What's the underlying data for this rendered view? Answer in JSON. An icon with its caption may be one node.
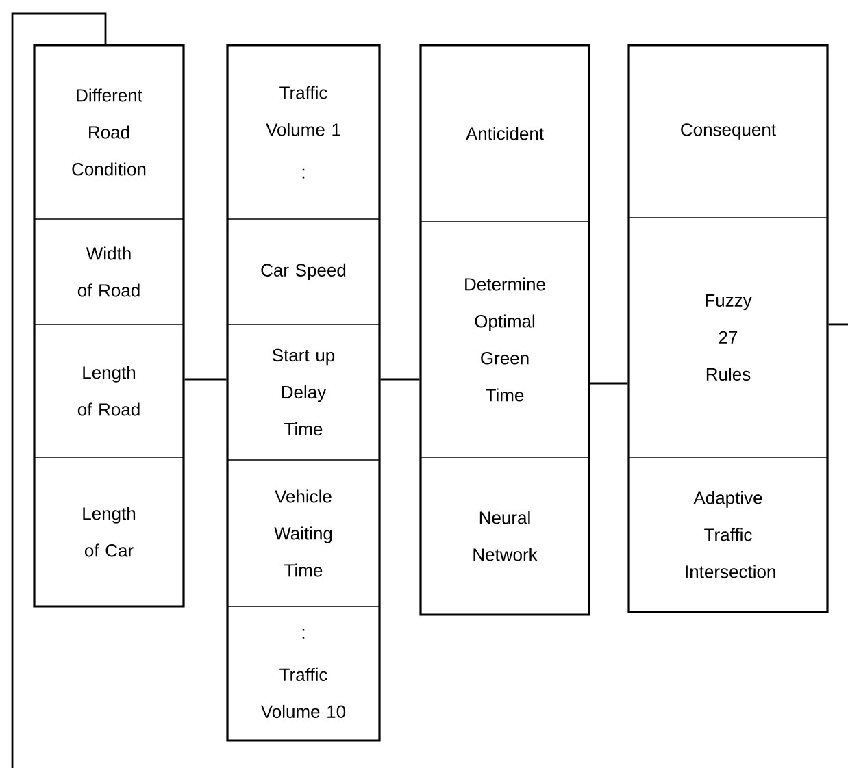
{
  "diagram": {
    "nodes": [
      {
        "text": [],
        "shape": "box"
      },
      {
        "text": [
          "Different Road Condition"
        ],
        "in": 0
      },
      {
        "text": [
          "Width of Road"
        ],
        "in": 0
      },
      {
        "text": [
          "Length of Road"
        ],
        "in": 0
      },
      {
        "text": [
          "Length of Car"
        ],
        "in": 0
      },
      {
        "text": [],
        "shape": "box"
      },
      {
        "text": [
          "Traffic Volume 1",
          ":"
        ],
        "in": 5
      },
      {
        "text": [
          "Car Speed"
        ],
        "in": 5
      },
      {
        "text": [
          "Start up Delay Time"
        ],
        "in": 5
      },
      {
        "text": [
          "Vehicle Waiting Time"
        ],
        "in": 5
      },
      {
        "text": [
          ":",
          "Traffic Volume 10"
        ],
        "in": 5
      },
      {
        "text": [],
        "shape": "box"
      },
      {
        "text": [
          "Anticident"
        ],
        "in": 11
      },
      {
        "text": [
          "Determine Optimal Green Time"
        ],
        "in": 11
      },
      {
        "text": [
          "Neural Network"
        ],
        "in": 11
      },
      {
        "text": [],
        "shape": "box"
      },
      {
        "text": [
          "Consequent"
        ],
        "in": 15
      },
      {
        "text": [
          "Fuzzy 27 Rules"
        ],
        "in": 15
      },
      {
        "text": [
          "Adaptive Traffic Intersection"
        ],
        "in": 15
      }
    ],
    "edges": [
      {
        "from": 0,
        "to": 5,
        "arrow": "none"
      },
      {
        "from": 5,
        "to": 11,
        "arrow": "none"
      },
      {
        "from": 11,
        "to": 15,
        "arrow": "none"
      },
      {
        "from": 15,
        "to": null,
        "arrow": "none"
      }
    ]
  }
}
